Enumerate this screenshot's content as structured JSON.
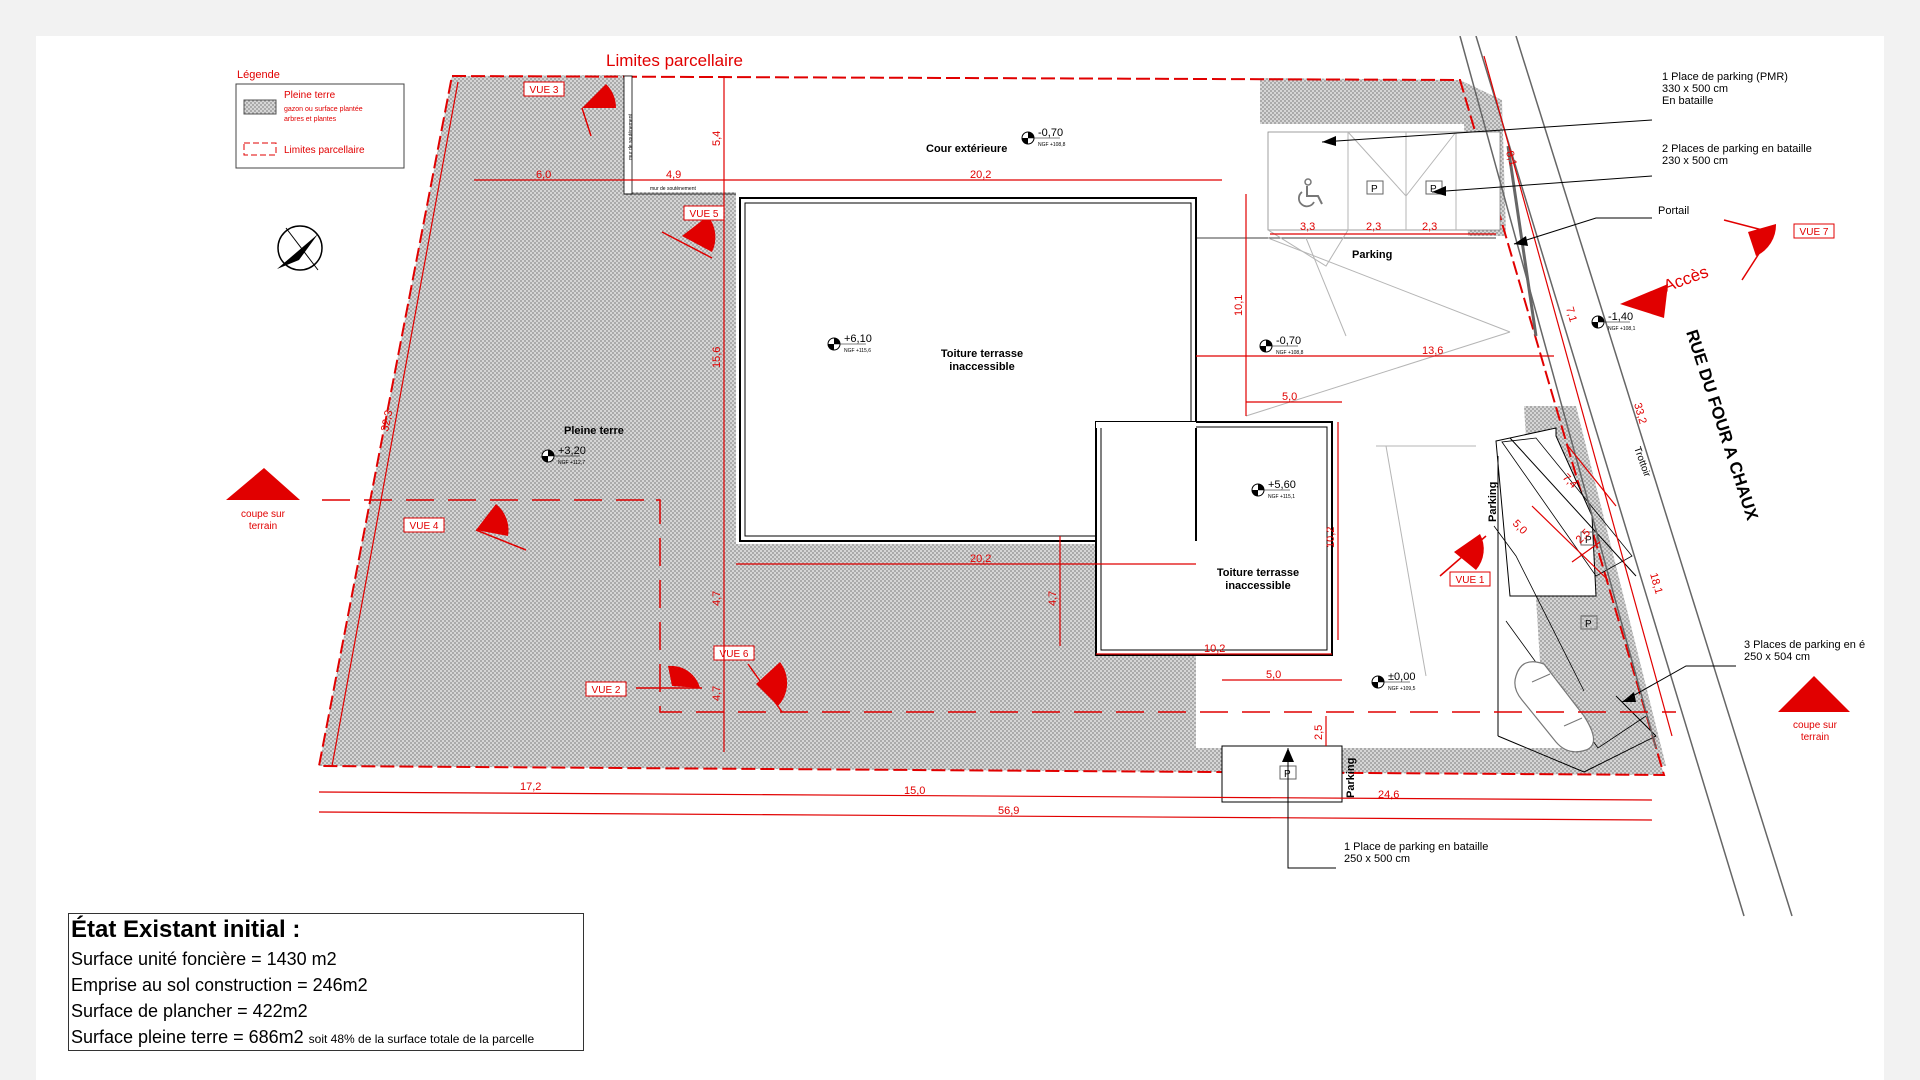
{
  "plan": {
    "parcel_label": "Limites parcellaire",
    "legend": {
      "title": "Légende",
      "pleine_terre": "Pleine terre",
      "pleine_terre_detail_1": "gazon ou surface plantée",
      "pleine_terre_detail_2": "arbres et plantes",
      "limites": "Limites parcellaire"
    },
    "areas": {
      "cour": "Cour extérieure",
      "toiture_1_line1": "Toiture terrasse",
      "toiture_1_line2": "inaccessible",
      "toiture_2_line1": "Toiture terrasse",
      "toiture_2_line2": "inaccessible",
      "pleine_terre": "Pleine terre",
      "parking_top": "Parking",
      "parking_right": "Parking",
      "parking_bottom": "Parking",
      "trottoir": "Trottoir",
      "street": "RUE DU FOUR A CHAUX",
      "acces": "Accès",
      "mur_1": "mur de soutènement",
      "mur_2": "mur de soutènement"
    },
    "views": [
      "VUE 1",
      "VUE 2",
      "VUE 3",
      "VUE 4",
      "VUE 5",
      "VUE 6",
      "VUE 7"
    ],
    "section_label_line1": "coupe sur",
    "section_label_line2": "terrain",
    "levels": {
      "cour": "-0,70",
      "toiture_1": "+6,10",
      "parking": "-0,70",
      "rue": "-1,40",
      "pleine_terre": "+3,20",
      "toiture_2": "+5,60",
      "bas": "±0,00",
      "ngf_cour": "NGF +108,8",
      "ngf_toiture_1": "NGF +115,6",
      "ngf_parking": "NGF +108,8",
      "ngf_rue": "NGF +108,1",
      "ngf_pleine_terre": "NGF +112,7",
      "ngf_toiture_2": "NGF +115,1",
      "ngf_bas": "NGF +109,5"
    },
    "dims": {
      "d6_0": "6,0",
      "d4_9": "4,9",
      "d20_2_top": "20,2",
      "d5_4": "5,4",
      "d15_6": "15,6",
      "d32_3": "32,3",
      "d4_7_a": "4,7",
      "d4_7_b": "4,7",
      "d4_7_c": "4,7",
      "d20_2_mid": "20,2",
      "d10_1": "10,1",
      "d13_6": "13,6",
      "d5_0_a": "5,0",
      "d10_2_v": "10,2",
      "d10_2_h": "10,2",
      "d5_0_b": "5,0",
      "d2_5_a": "2,5",
      "d3_3": "3,3",
      "d2_3_a": "2,3",
      "d2_3_b": "2,3",
      "d8_1": "8,1",
      "d7_1": "7,1",
      "d33_2": "33,2",
      "d18_1": "18,1",
      "d7_4": "7,4",
      "d5_0_c": "5,0",
      "d2_5_b": "2,5",
      "d17_2": "17,2",
      "d15_0": "15,0",
      "d24_6": "24,6",
      "d56_9": "56,9"
    },
    "callouts": {
      "pmr_1": "1 Place de parking (PMR)",
      "pmr_2": "330 x 500 cm",
      "pmr_3": "En bataille",
      "two_1": "2 Places de parking en bataille",
      "two_2": "230 x 500 cm",
      "portail": "Portail",
      "three_1": "3 Places de parking en é",
      "three_2": "250 x 504 cm",
      "one_1": "1 Place de parking en bataille",
      "one_2": "250 x 500 cm"
    }
  },
  "summary": {
    "title": "État Existant initial :",
    "line1": "Surface unité foncière = 1430 m2",
    "line2": "Emprise au sol construction = 246m2",
    "line3": "Surface de plancher = 422m2",
    "line4_main": "Surface pleine terre = 686m2",
    "line4_small": "soit 48% de la surface totale de la parcelle"
  }
}
